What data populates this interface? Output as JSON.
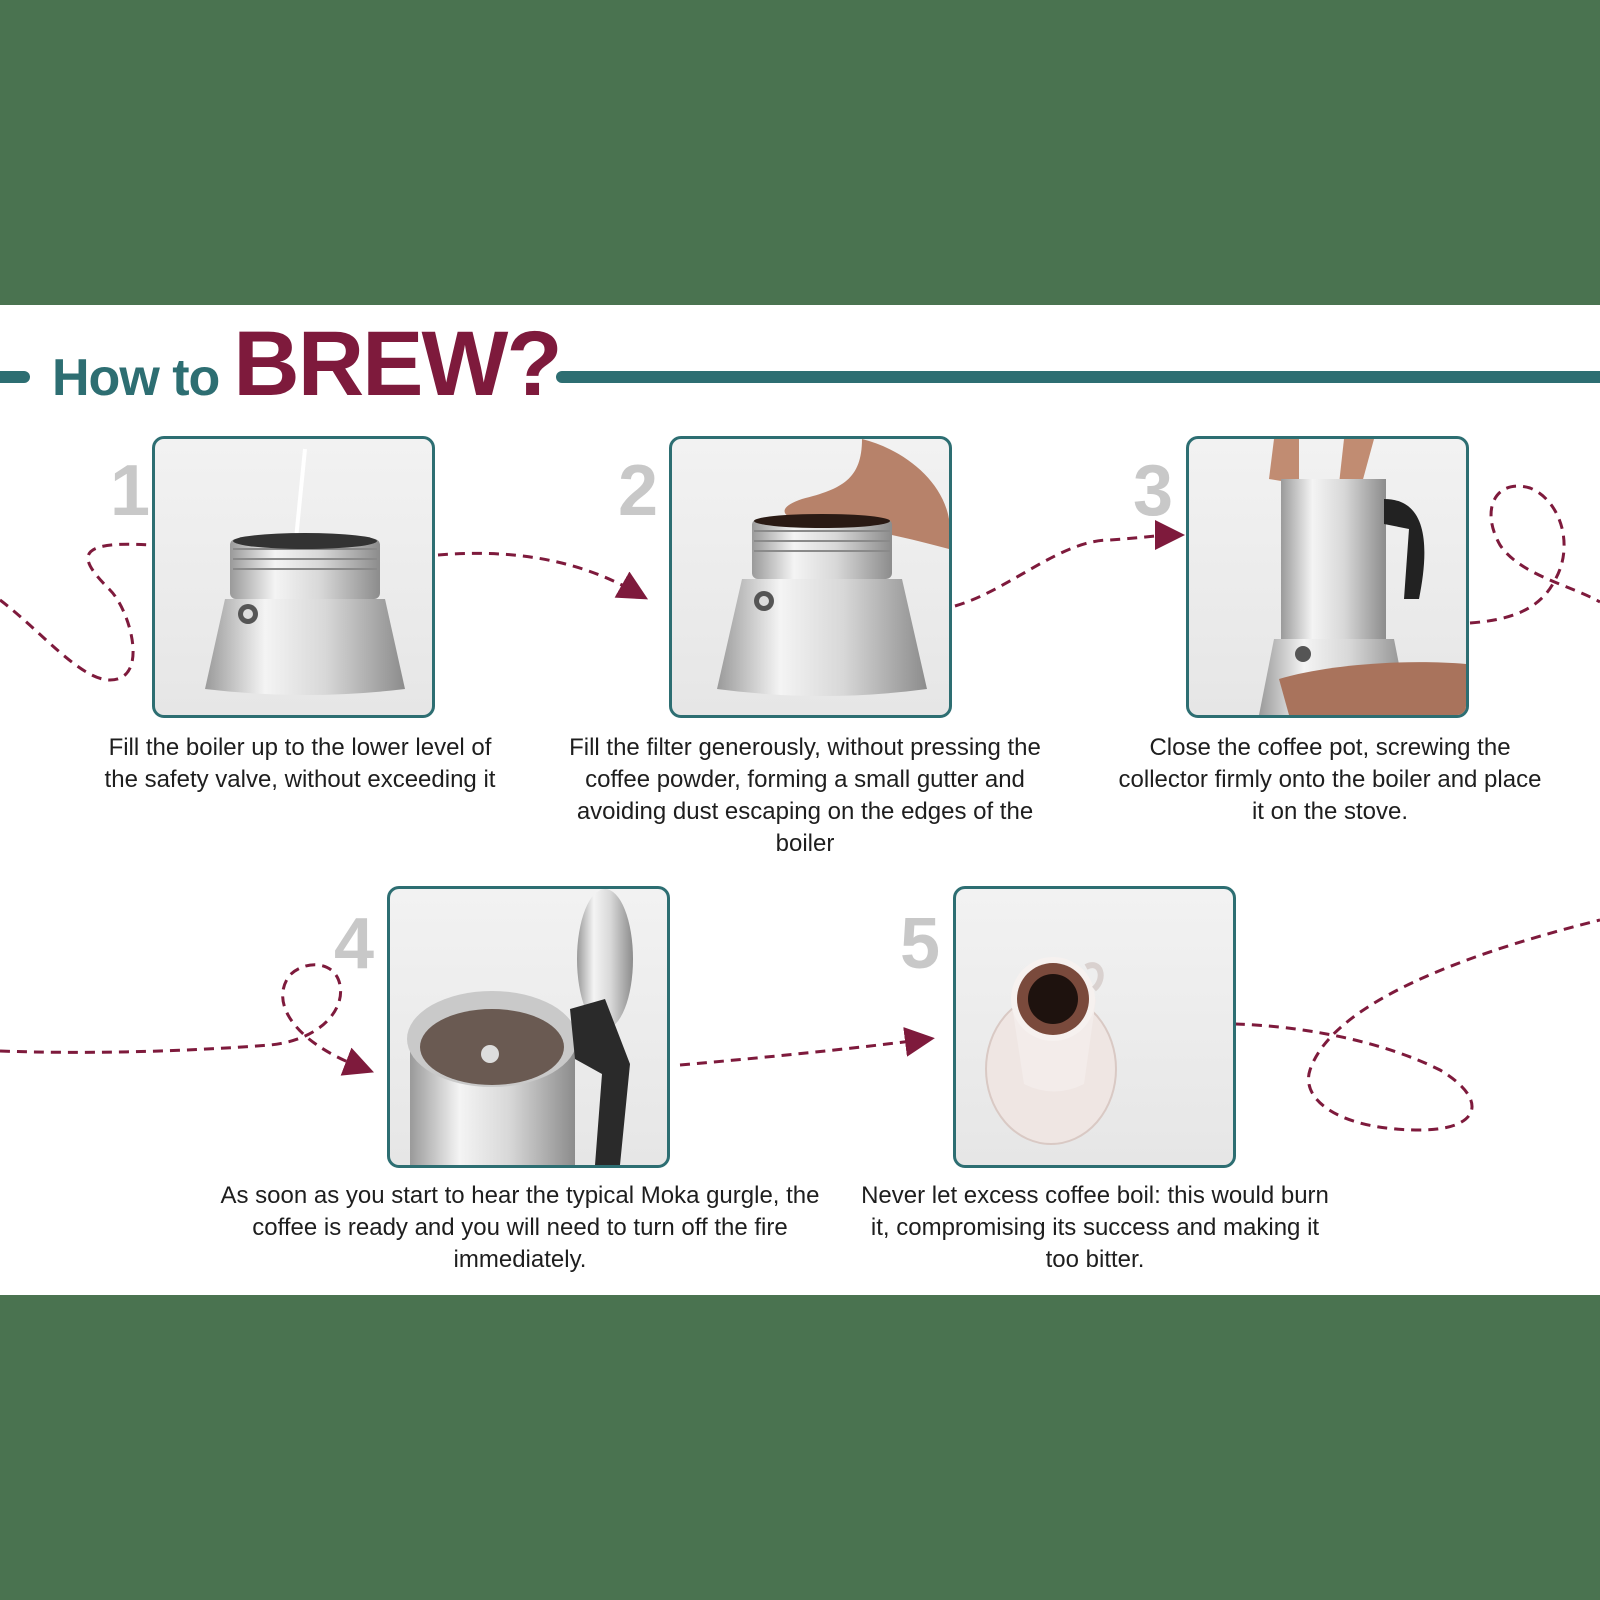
{
  "title": {
    "prefix": "How to",
    "emphasis": "BREW?"
  },
  "colors": {
    "background_green": "#4a7350",
    "panel": "#ffffff",
    "teal_accent": "#2d6e72",
    "maroon_accent": "#7e1a3c",
    "step_number_gray": "#c8c8c8",
    "caption_text": "#1e1e1e"
  },
  "steps": [
    {
      "number": "1",
      "image": "moka-boiler-being-filled-with-water-icon",
      "caption": "Fill the boiler up to the lower level of the safety valve, without exceeding it"
    },
    {
      "number": "2",
      "image": "hand-filling-filter-with-coffee-icon",
      "caption": "Fill the filter generously, without pressing the coffee powder, forming a small gutter and avoiding dust escaping on the edges of the boiler"
    },
    {
      "number": "3",
      "image": "hands-screwing-moka-pot-closed-icon",
      "caption": "Close the coffee pot, screwing the collector firmly onto the boiler and place it on the stove."
    },
    {
      "number": "4",
      "image": "open-moka-pot-top-view-icon",
      "caption": "As soon as you start to hear the typical Moka gurgle, the coffee is ready and you will need to turn off the fire immediately."
    },
    {
      "number": "5",
      "image": "espresso-cup-on-saucer-icon",
      "caption": "Never let excess coffee boil: this would burn it, compromising its success and making it too bitter."
    }
  ]
}
